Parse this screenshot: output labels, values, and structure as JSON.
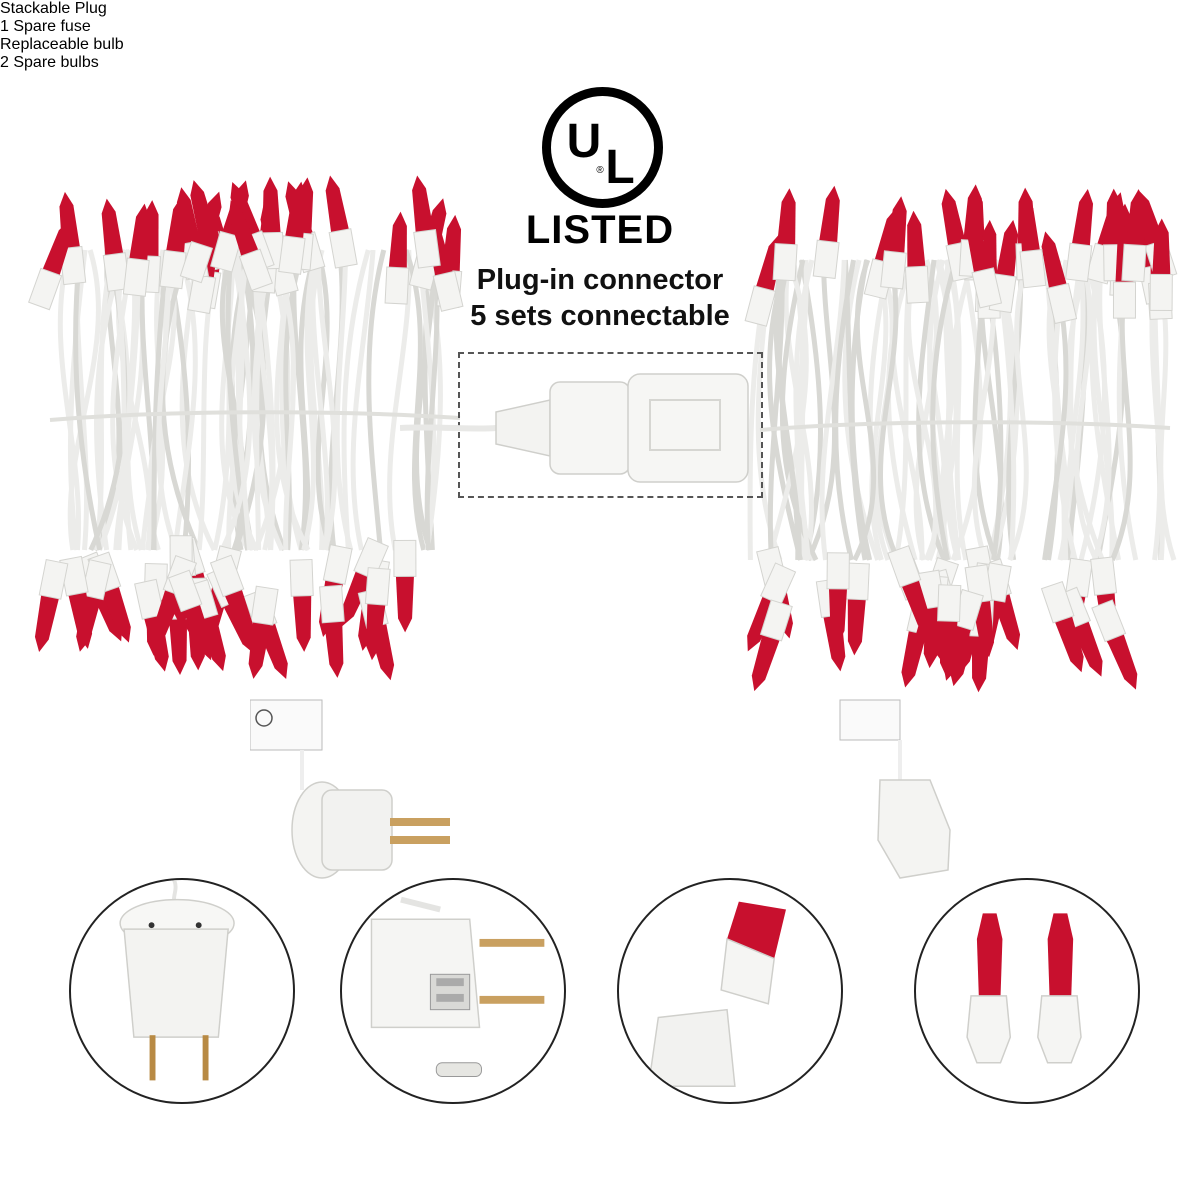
{
  "certification": {
    "logo_text": "UL",
    "listed_label": "LISTED"
  },
  "connector_caption": {
    "line1": "Plug-in connector",
    "line2": "5 sets connectable"
  },
  "features": [
    {
      "label": "Stackable Plug",
      "icon": "stackable-plug"
    },
    {
      "label": "1 Spare fuse",
      "icon": "spare-fuse"
    },
    {
      "label": "Replaceable bulb",
      "icon": "replaceable-bulb"
    },
    {
      "label": "2 Spare bulbs",
      "icon": "spare-bulbs"
    }
  ],
  "colors": {
    "bulb_red": "#c8102e",
    "wire_white": "#f4f4f2",
    "outline": "#222222"
  }
}
